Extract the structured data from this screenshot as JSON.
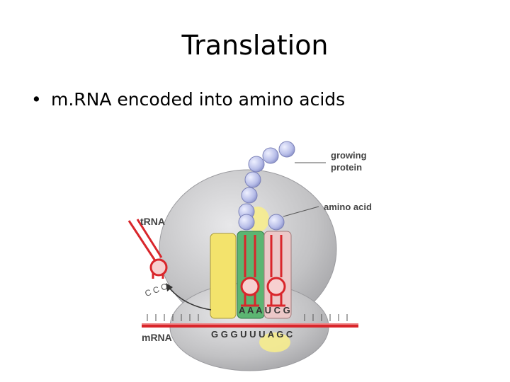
{
  "slide": {
    "title": "Translation",
    "bullets": [
      {
        "marker": "•",
        "text": "m.RNA encoded into amino acids"
      }
    ]
  },
  "diagram": {
    "labels": {
      "growing_protein_line1": "growing",
      "growing_protein_line2": "protein",
      "amino_acid": "amino acid",
      "trna": "tRNA",
      "mrna": "mRNA",
      "anticodon_exiting": "C C C",
      "anticodon_top": "A A A U C G",
      "codon_bottom": "G G G U U U A G C"
    },
    "colors": {
      "ribosome": "#c2c2c4",
      "yellow_site": "#f3e36c",
      "green_site": "#5cb572",
      "pink_site": "#ecc8c8",
      "trna_red": "#d9262b",
      "amino_acid_bead": "#b7bde8",
      "mrna_red": "#d9262b"
    }
  }
}
